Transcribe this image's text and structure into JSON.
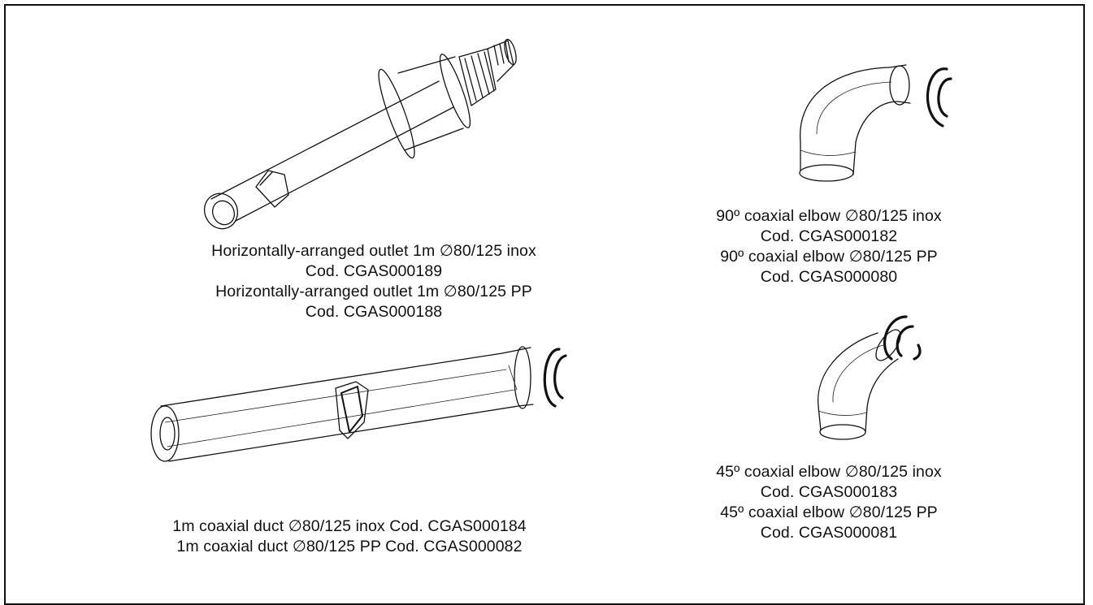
{
  "items": {
    "horizontal_outlet": {
      "lines": [
        "Horizontally-arranged outlet 1m ∅80/125 inox",
        "Cod. CGAS000189",
        "Horizontally-arranged outlet 1m ∅80/125 PP",
        "Cod. CGAS000188"
      ]
    },
    "coaxial_duct": {
      "lines": [
        "1m coaxial duct ∅80/125 inox Cod. CGAS000184",
        "1m coaxial duct ∅80/125 PP Cod. CGAS000082"
      ]
    },
    "elbow_90": {
      "lines": [
        "90º coaxial elbow ∅80/125 inox",
        "Cod. CGAS000182",
        "90º coaxial elbow ∅80/125 PP",
        "Cod. CGAS000080"
      ]
    },
    "elbow_45": {
      "lines": [
        "45º coaxial elbow ∅80/125 inox",
        "Cod. CGAS000183",
        "45º coaxial elbow ∅80/125 PP",
        "Cod. CGAS000081"
      ]
    }
  },
  "icons": [
    "horizontal-outlet-drawing",
    "coaxial-duct-drawing",
    "elbow-90-drawing",
    "elbow-45-drawing",
    "seal-ring-icon"
  ]
}
